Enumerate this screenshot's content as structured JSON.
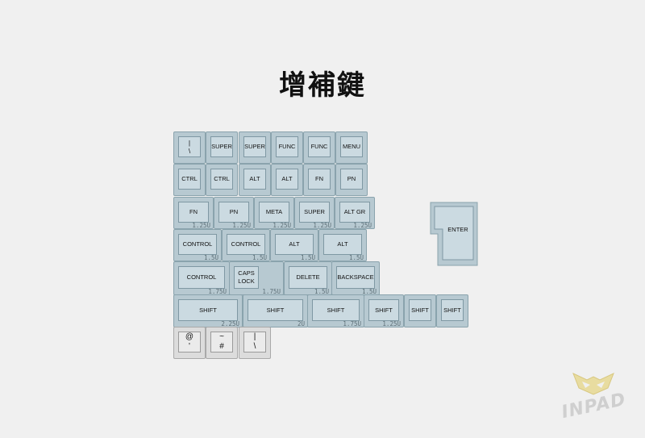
{
  "title": "增補鍵",
  "keyboard": {
    "rows": [
      {
        "keys": [
          {
            "label": "|\n\\"
          },
          {
            "label": "SUPER"
          },
          {
            "label": "SUPER"
          },
          {
            "label": "FUNC"
          },
          {
            "label": "FUNC"
          },
          {
            "label": "MENU"
          }
        ]
      },
      {
        "keys": [
          {
            "label": "CTRL"
          },
          {
            "label": "CTRL"
          },
          {
            "label": "ALT"
          },
          {
            "label": "ALT"
          },
          {
            "label": "FN"
          },
          {
            "label": "PN"
          }
        ]
      },
      {
        "keys": [
          {
            "label": "FN",
            "unit": "1.25U"
          },
          {
            "label": "PN",
            "unit": "1.25U"
          },
          {
            "label": "META",
            "unit": "1.25U"
          },
          {
            "label": "SUPER",
            "unit": "1.25U"
          },
          {
            "label": "ALT GR",
            "unit": "1.25U"
          }
        ]
      },
      {
        "keys": [
          {
            "label": "CONTROL",
            "unit": "1.5U"
          },
          {
            "label": "CONTROL",
            "unit": "1.5U"
          },
          {
            "label": "ALT",
            "unit": "1.5U"
          },
          {
            "label": "ALT",
            "unit": "1.5U"
          }
        ]
      },
      {
        "keys": [
          {
            "label": "CONTROL",
            "unit": "1.75U"
          },
          {
            "label": "CAPS\nLOCK",
            "unit": "1.75U"
          },
          {
            "label": "DELETE",
            "unit": "1.5U"
          },
          {
            "label": "BACKSPACE",
            "unit": "1.5U"
          }
        ]
      },
      {
        "keys": [
          {
            "label": "SHIFT",
            "unit": "2.25U"
          },
          {
            "label": "SHIFT",
            "unit": "2U"
          },
          {
            "label": "SHIFT",
            "unit": "1.75U"
          },
          {
            "label": "SHIFT",
            "unit": "1.25U"
          },
          {
            "label": "SHIFT"
          },
          {
            "label": "SHIFT"
          }
        ]
      },
      {
        "keys": [
          {
            "label": "@\n'"
          },
          {
            "label": "~\n#"
          },
          {
            "label": "|\n\\"
          }
        ]
      }
    ],
    "enter_label": "ENTER"
  },
  "logo": {
    "text": "INPAD"
  },
  "colors": {
    "key_blue": "#b7c9d1",
    "cap_blue": "#cbdae1",
    "key_white": "#dcdcdc",
    "background": "#f0f0f0"
  }
}
